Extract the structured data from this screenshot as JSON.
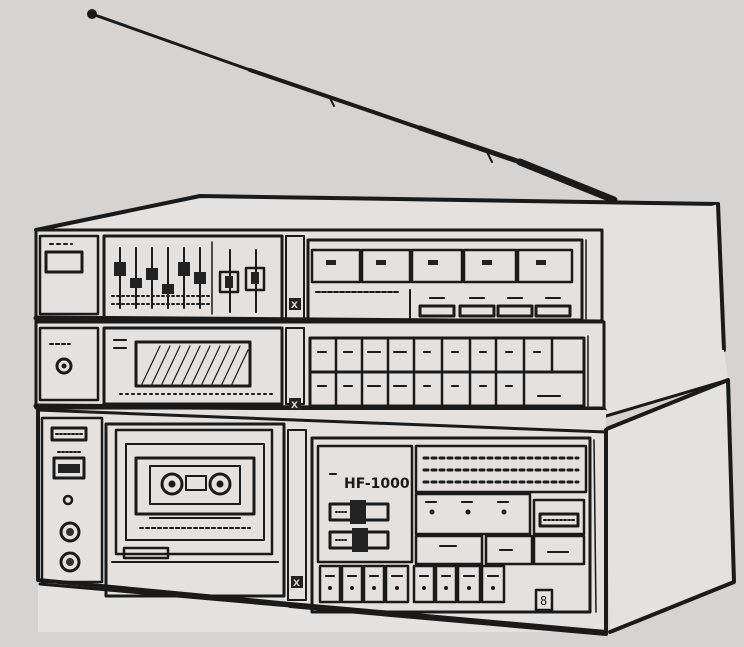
{
  "model_label": "HF-1000",
  "display_digit": "8",
  "tuner_buttons_count_note": "",
  "colors": {
    "background": "#d6d3d0",
    "ink": "#1a1a1a",
    "panel": "#e4e1de"
  },
  "icons": {
    "antenna": "telescopic-antenna",
    "cassette": "cassette-tape",
    "logo": "x-emblem"
  }
}
